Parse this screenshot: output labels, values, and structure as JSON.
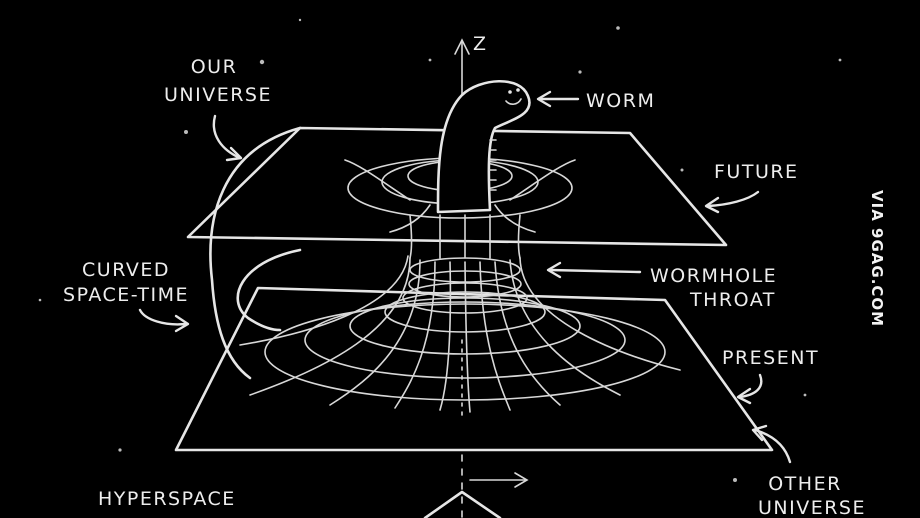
{
  "labels": {
    "our_universe": [
      "OUR",
      "UNIVERSE"
    ],
    "worm": "WORM",
    "future": "FUTURE",
    "curved_space_time": [
      "CURVED",
      "SPACE-TIME"
    ],
    "wormhole_throat": [
      "WORMHOLE",
      "THROAT"
    ],
    "present": "PRESENT",
    "hyperspace": "HYPERSPACE",
    "other_universe": [
      "OTHER",
      "UNIVERSE"
    ],
    "z_axis": "Z"
  },
  "watermark": "VIA 9GAG.COM",
  "colors": {
    "background": "#000000",
    "chalk": "#e6e6e6"
  }
}
